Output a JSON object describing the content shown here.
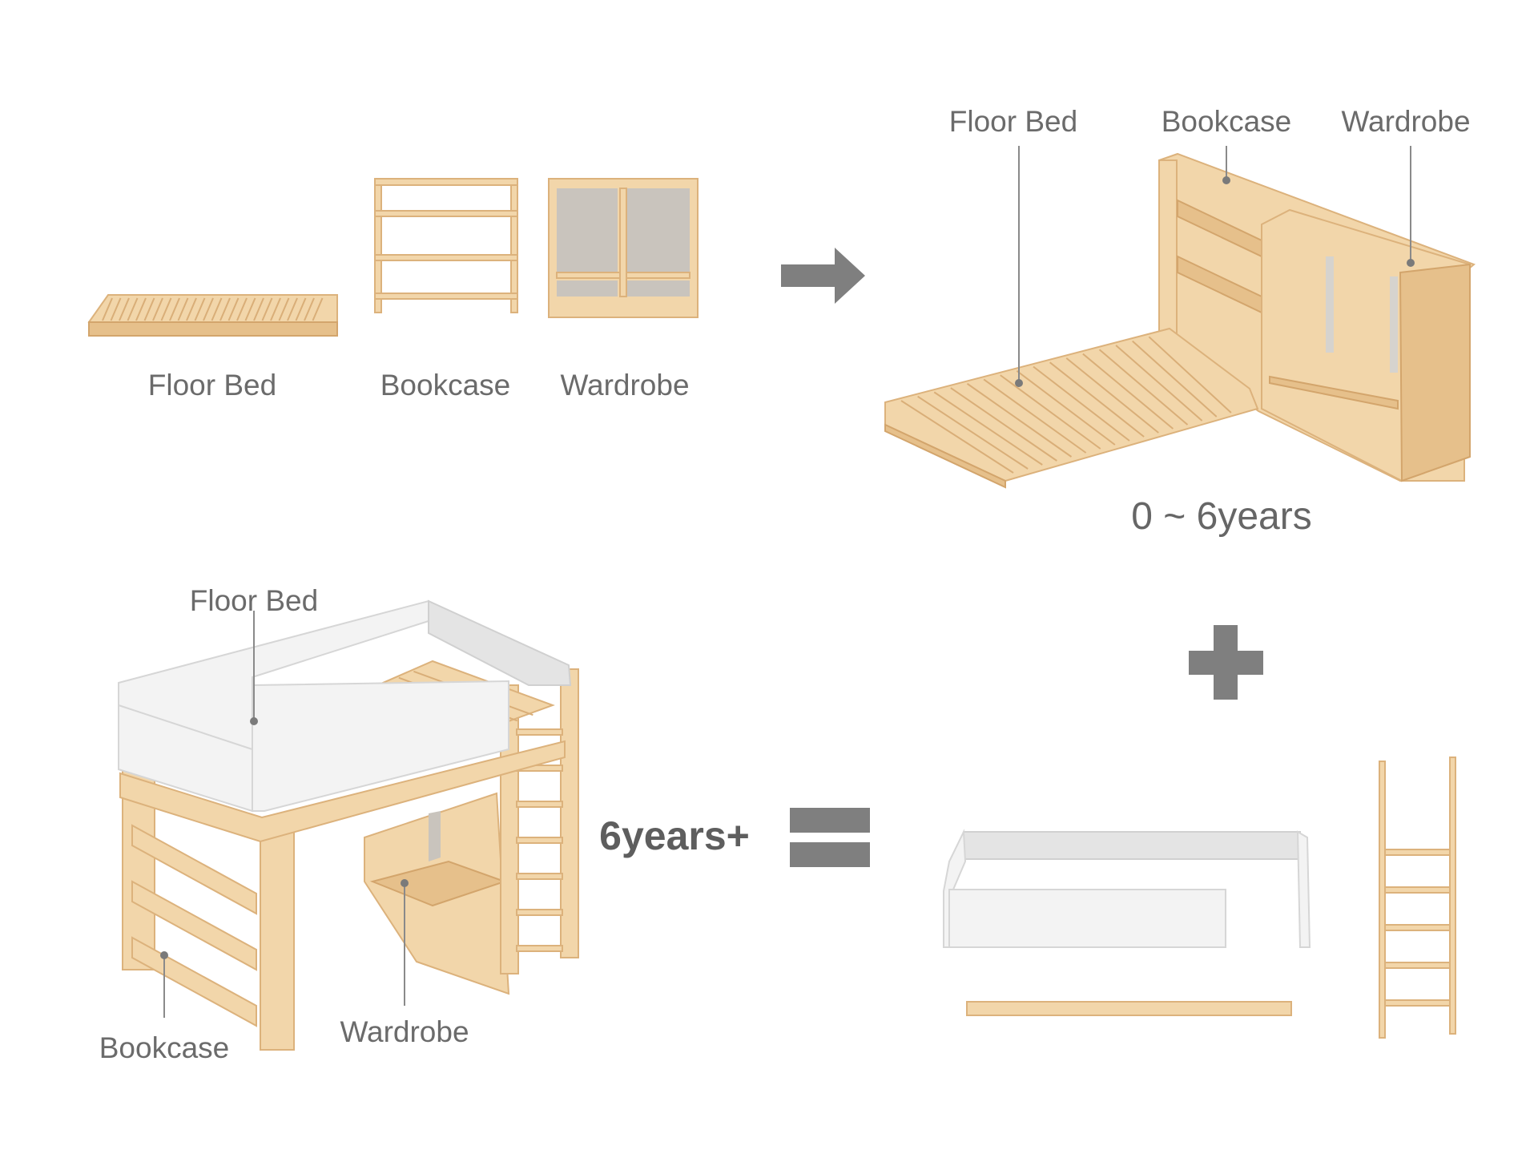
{
  "colors": {
    "wood": "#f2d6aa",
    "symbol": "#7f7f7f",
    "text": "#6b6b6b"
  },
  "components": {
    "floor_bed": "Floor Bed",
    "bookcase": "Bookcase",
    "wardrobe": "Wardrobe"
  },
  "combo_0_6": {
    "floor_bed": "Floor Bed",
    "bookcase": "Bookcase",
    "wardrobe": "Wardrobe",
    "age": "0 ~ 6years"
  },
  "loft": {
    "floor_bed": "Floor Bed",
    "bookcase": "Bookcase",
    "wardrobe": "Wardrobe",
    "age": "6years+"
  },
  "symbols": {
    "arrow": "arrow-right-icon",
    "plus": "plus-icon",
    "equals": "equals-icon"
  }
}
